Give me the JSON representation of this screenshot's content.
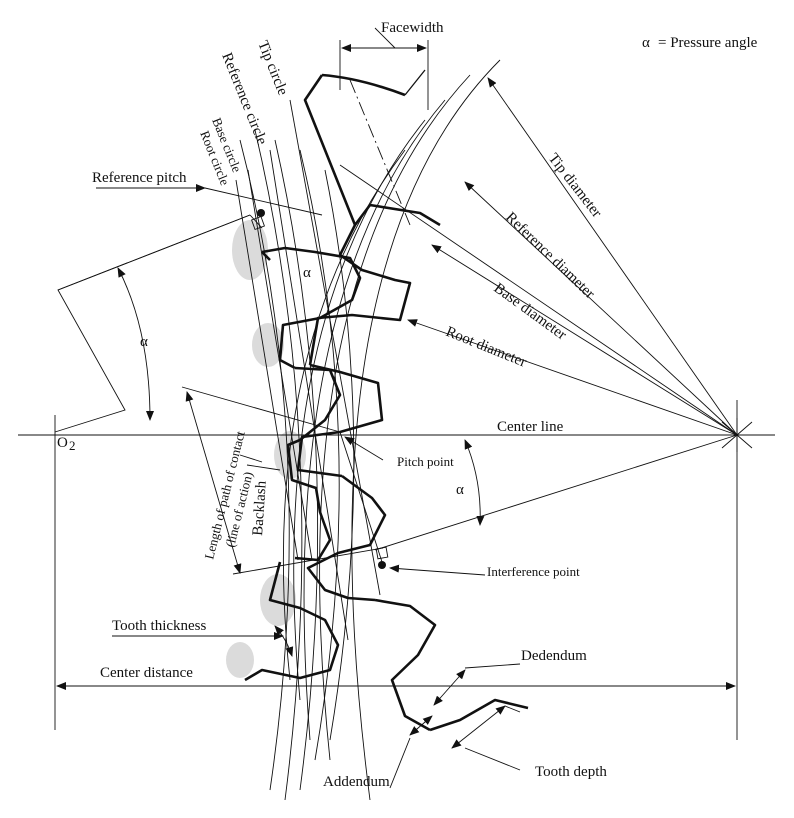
{
  "legend": {
    "alpha_symbol": "α",
    "pressure_angle": "= Pressure angle"
  },
  "labels": {
    "facewidth": "Facewidth",
    "tip_circle": "Tip circle",
    "reference_circle": "Reference circle",
    "base_circle": "Base circle",
    "root_circle": "Root circle",
    "reference_pitch": "Reference pitch",
    "tip_diameter": "Tip diameter",
    "reference_diameter": "Reference diameter",
    "base_diameter": "Base diameter",
    "root_diameter": "Root diameter",
    "center_line": "Center line",
    "pitch_point": "Pitch point",
    "interference_point": "Interference point",
    "length_path_contact": "Length of path of contact",
    "line_of_action": "(line of action)",
    "backlash": "Backlash",
    "tooth_thickness": "Tooth thickness",
    "center_distance": "Center distance",
    "dedendum": "Dedendum",
    "addendum": "Addendum",
    "tooth_depth": "Tooth depth",
    "o2": "O",
    "o2_sub": "2",
    "alpha1": "α",
    "alpha2": "α",
    "alpha3": "α"
  }
}
